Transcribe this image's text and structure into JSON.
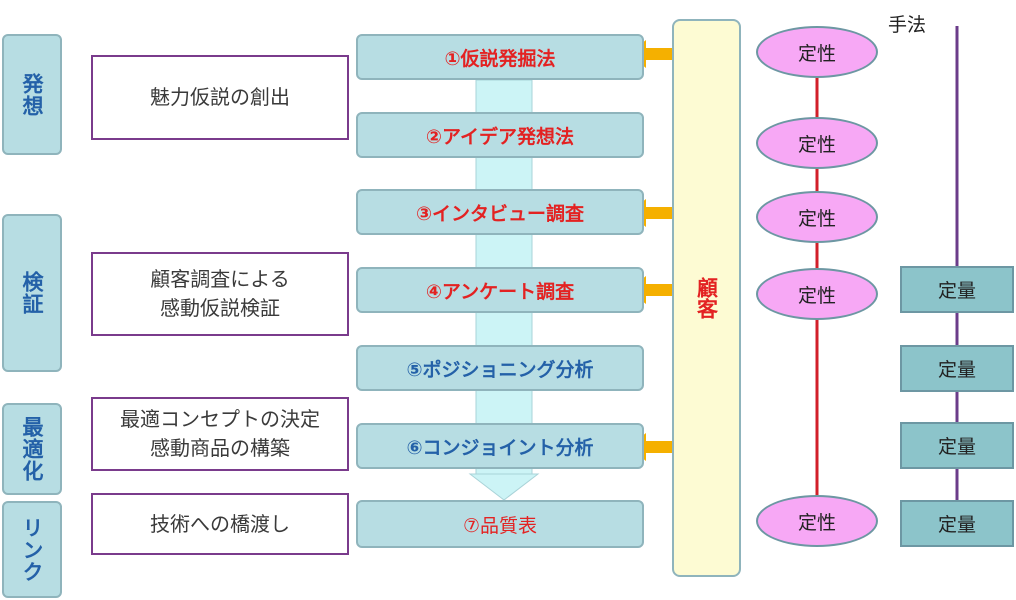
{
  "phases": [
    {
      "label": "発想"
    },
    {
      "label": "検証"
    },
    {
      "label": "最適化"
    },
    {
      "label": "リンク"
    }
  ],
  "descriptions": [
    {
      "text": "魅力仮説の創出"
    },
    {
      "text": "顧客調査による\n感動仮説検証"
    },
    {
      "text": "最適コンセプトの決定\n感動商品の構築"
    },
    {
      "text": "技術への橋渡し"
    }
  ],
  "methods": [
    {
      "label": "①仮説発掘法"
    },
    {
      "label": "②アイデア発想法"
    },
    {
      "label": "③インタビュー調査"
    },
    {
      "label": "④アンケート調査"
    },
    {
      "label": "⑤ポジショニング分析"
    },
    {
      "label": "⑥コンジョイント分析"
    },
    {
      "label": "⑦品質表"
    }
  ],
  "customer": {
    "label": "顧客"
  },
  "method_type_title": "手法",
  "qualitative_label": "定性",
  "quantitative_label": "定量",
  "colors": {
    "box_fill": "#b7dde3",
    "red_text": "#e32222",
    "blue_text": "#2461a8",
    "purple_border": "#7a3b8c",
    "arrow": "#f5b000",
    "qual_fill": "#f7a8f5",
    "quant_fill": "#8cc4ca",
    "customer_fill": "#fdfbd3"
  }
}
